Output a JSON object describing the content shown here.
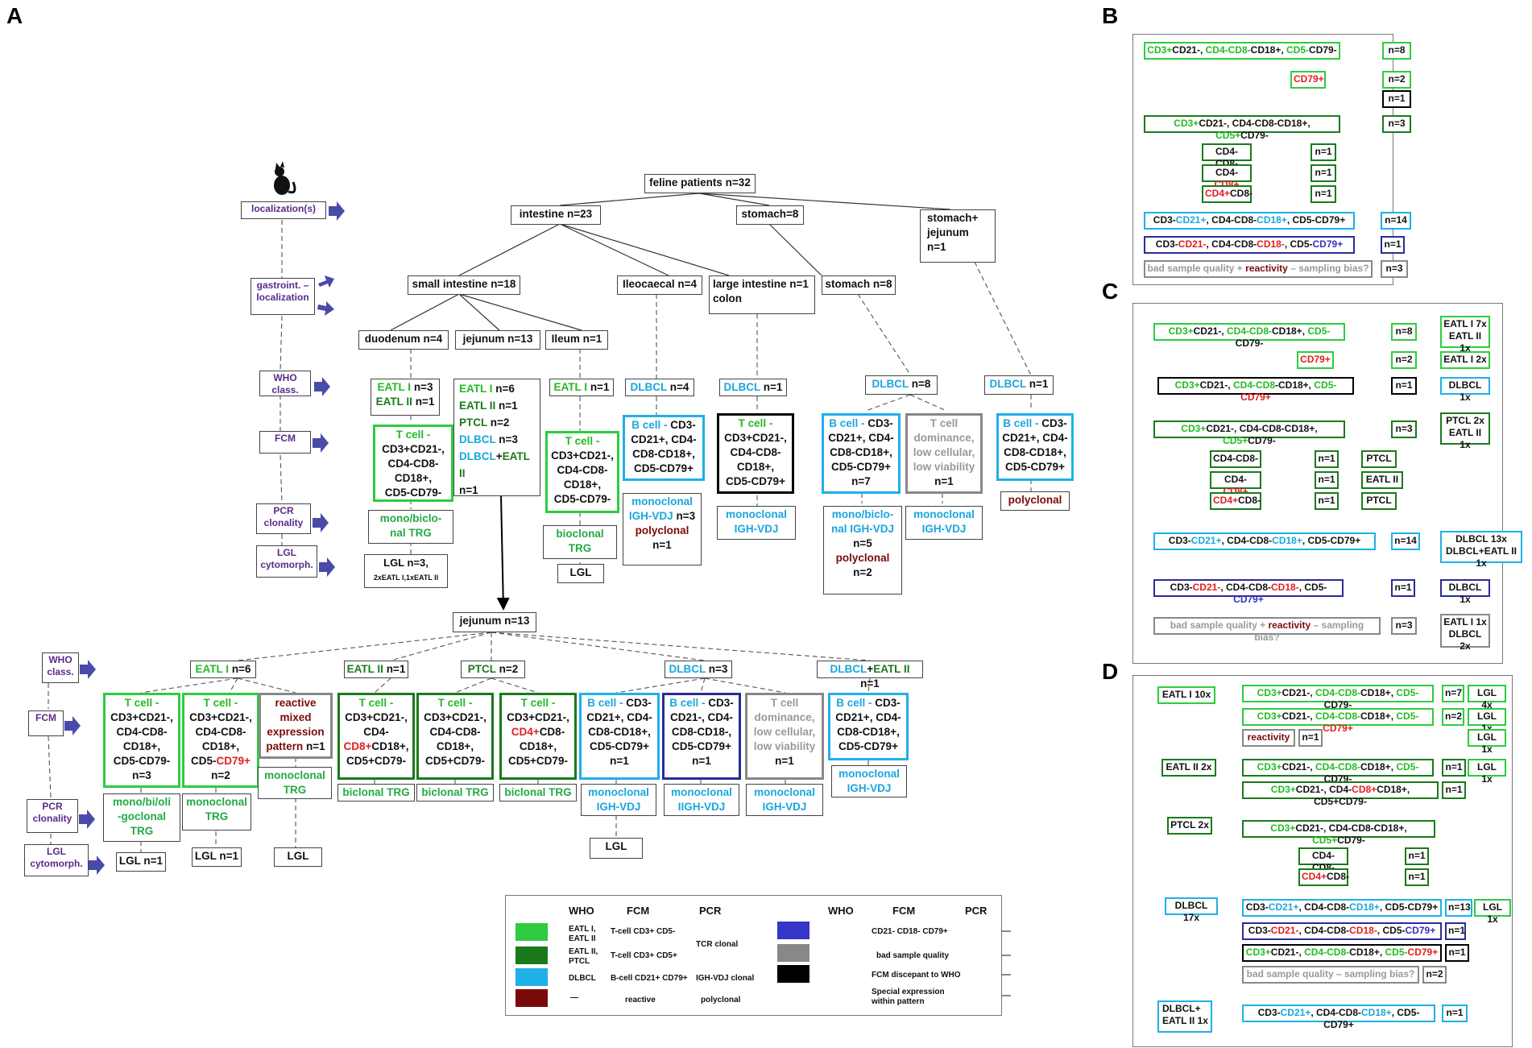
{
  "labels": {
    "A": "A",
    "B": "B",
    "C": "C",
    "D": "D"
  },
  "legend": {
    "headers": [
      "WHO",
      "FCM",
      "PCR",
      "WHO",
      "FCM",
      "PCR"
    ],
    "who1": "EATL I,\nEATL II",
    "who2": "EATL II,\nPTCL",
    "who3": "DLBCL",
    "who4": "—",
    "fcm1": "T-cell CD3+ CD5-",
    "fcm2": "T-cell CD3+ CD5+",
    "fcm3": "B-cell CD21+ CD79+",
    "fcm4": "reactive",
    "pcr1": "TCR clonal",
    "pcr3": "IGH-VDJ clonal",
    "pcr4": "polyclonal",
    "r_who": "—",
    "r_fcm1": "CD21- CD18- CD79+",
    "r_fcm2": "bad sample quality",
    "r_fcm3": "FCM discepant to WHO",
    "r_fcm4": "Special expression\nwithin pattern",
    "r_pcr": "—",
    "colors": {
      "light_green": "#2ecc40",
      "dark_green": "#1a7a1a",
      "cyan": "#1fb0e8",
      "dark_red": "#7a0a0a",
      "navy": "#3535c8",
      "gray": "#888888",
      "black": "#000000",
      "red_line": "#e02020"
    }
  },
  "sidebar": [
    "localization(s)",
    "gastroint. –\nlocalization",
    "WHO\nclass.",
    "FCM",
    "PCR\nclonality",
    "LGL\ncytomorph."
  ],
  "sidebar2": [
    "WHO\nclass.",
    "FCM",
    "PCR\nclonality",
    "LGL\ncytomorph."
  ],
  "tree": {
    "root": "feline patients n=32",
    "intestine": "intestine n=23",
    "stomach": "stomach=8",
    "stomach_jej": "stomach+\njejunum\nn=1",
    "small": "small intestine n=18",
    "ileo": "Ileocaecal n=4",
    "large": "large intestine n=1\ncolon",
    "stomach8": "stomach n=8",
    "duo": "duodenum n=4",
    "jej": "jejunum n=13",
    "ileum": "Ileum n=1"
  },
  "panelB": {
    "n8": "n=8",
    "n2": "n=2",
    "n1a": "n=1",
    "n3": "n=3",
    "n1b": "n=1",
    "n1c": "n=1",
    "n1d": "n=1",
    "n14": "n=14",
    "n1e": "n=1",
    "n3b": "n=3"
  },
  "panelC": {
    "eatl7": "EATL I  7x\nEATL II 1x",
    "eatl2": "EATL I  2x",
    "dlbcl1": "DLBCL 1x",
    "ptcl": "PTCL 2x\nEATL II 1x",
    "ptcl1": "PTCL",
    "eatl2b": "EATL II",
    "ptcl2": "PTCL",
    "dlbcl13": "DLBCL 13x\nDLBCL+EATL II 1x",
    "dlbcl1b": "DLBCL 1x",
    "eatlbad": "EATL I 1x\nDLBCL 2x"
  },
  "panelD": {
    "eatl10": "EATL I 10x",
    "eatl2x": "EATL II 2x",
    "ptcl2x": "PTCL 2x",
    "dlbcl17": "DLBCL 17x",
    "dlbcleatl": "DLBCL+\nEATL II 1x",
    "lgl4": "LGL 4x",
    "lgl1a": "LGL 1x",
    "lgl1b": "LGL 1x",
    "lgl1c": "LGL 1x",
    "lgl1d": "LGL 1x"
  }
}
